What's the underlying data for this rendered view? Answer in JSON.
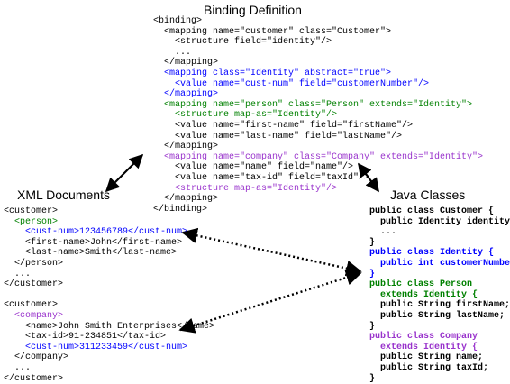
{
  "headings": {
    "binding": "Binding Definition",
    "xml": "XML Documents",
    "java": "Java Classes"
  },
  "colors": {
    "default": "#000000",
    "green": "#008000",
    "blue": "#0000ff",
    "purple": "#9933cc"
  },
  "binding_lines": [
    {
      "t": "<binding>",
      "c": "black"
    },
    {
      "t": "  <mapping name=\"customer\" class=\"Customer\">",
      "c": "black"
    },
    {
      "t": "    <structure field=\"identity\"/>",
      "c": "black"
    },
    {
      "t": "    ...",
      "c": "black"
    },
    {
      "t": "  </mapping>",
      "c": "black"
    },
    {
      "t": "  <mapping class=\"Identity\" abstract=\"true\">",
      "c": "blue"
    },
    {
      "t": "    <value name=\"cust-num\" field=\"customerNumber\"/>",
      "c": "blue"
    },
    {
      "t": "  </mapping>",
      "c": "blue"
    },
    {
      "t": "  <mapping name=\"person\" class=\"Person\" extends=\"Identity\">",
      "c": "green"
    },
    {
      "t": "    <structure map-as=\"Identity\"/>",
      "c": "green"
    },
    {
      "t": "    <value name=\"first-name\" field=\"firstName\"/>",
      "c": "black"
    },
    {
      "t": "    <value name=\"last-name\" field=\"lastName\"/>",
      "c": "black"
    },
    {
      "t": "  </mapping>",
      "c": "black"
    },
    {
      "t": "  <mapping name=\"company\" class=\"Company\" extends=\"Identity\">",
      "c": "purple"
    },
    {
      "t": "    <value name=\"name\" field=\"name\"/>",
      "c": "black"
    },
    {
      "t": "    <value name=\"tax-id\" field=\"taxId\"/>",
      "c": "black"
    },
    {
      "t": "    <structure map-as=\"Identity\"/>",
      "c": "purple"
    },
    {
      "t": "  </mapping>",
      "c": "black"
    },
    {
      "t": "</binding>",
      "c": "black"
    }
  ],
  "xml_lines": [
    {
      "t": "<customer>",
      "c": "black"
    },
    {
      "t": "  <person>",
      "c": "green"
    },
    {
      "t": "    <cust-num>123456789</cust-num>",
      "c": "blue"
    },
    {
      "t": "    <first-name>John</first-name>",
      "c": "black"
    },
    {
      "t": "    <last-name>Smith</last-name>",
      "c": "black"
    },
    {
      "t": "  </person>",
      "c": "black"
    },
    {
      "t": "  ...",
      "c": "black"
    },
    {
      "t": "</customer>",
      "c": "black"
    },
    {
      "t": "",
      "c": "black"
    },
    {
      "t": "<customer>",
      "c": "black"
    },
    {
      "t": "  <company>",
      "c": "purple"
    },
    {
      "t": "    <name>John Smith Enterprises</name>",
      "c": "black"
    },
    {
      "t": "    <tax-id>91-234851</tax-id>",
      "c": "black"
    },
    {
      "t": "    <cust-num>311233459</cust-num>",
      "c": "blue"
    },
    {
      "t": "  </company>",
      "c": "black"
    },
    {
      "t": "  ...",
      "c": "black"
    },
    {
      "t": "</customer>",
      "c": "black"
    }
  ],
  "java_lines": [
    {
      "t": "public class Customer {",
      "c": "black"
    },
    {
      "t": "  public Identity identity;",
      "c": "black"
    },
    {
      "t": "  ...",
      "c": "black"
    },
    {
      "t": "}",
      "c": "black"
    },
    {
      "t": "public class Identity {",
      "c": "blue"
    },
    {
      "t": "  public int customerNumber;",
      "c": "blue"
    },
    {
      "t": "}",
      "c": "blue"
    },
    {
      "t": "public class Person",
      "c": "green"
    },
    {
      "t": "  extends Identity {",
      "c": "green"
    },
    {
      "t": "  public String firstName;",
      "c": "black"
    },
    {
      "t": "  public String lastName;",
      "c": "black"
    },
    {
      "t": "}",
      "c": "black"
    },
    {
      "t": "public class Company",
      "c": "purple"
    },
    {
      "t": "  extends Identity {",
      "c": "purple"
    },
    {
      "t": "  public String name;",
      "c": "black"
    },
    {
      "t": "  public String taxId;",
      "c": "black"
    },
    {
      "t": "}",
      "c": "black"
    }
  ]
}
